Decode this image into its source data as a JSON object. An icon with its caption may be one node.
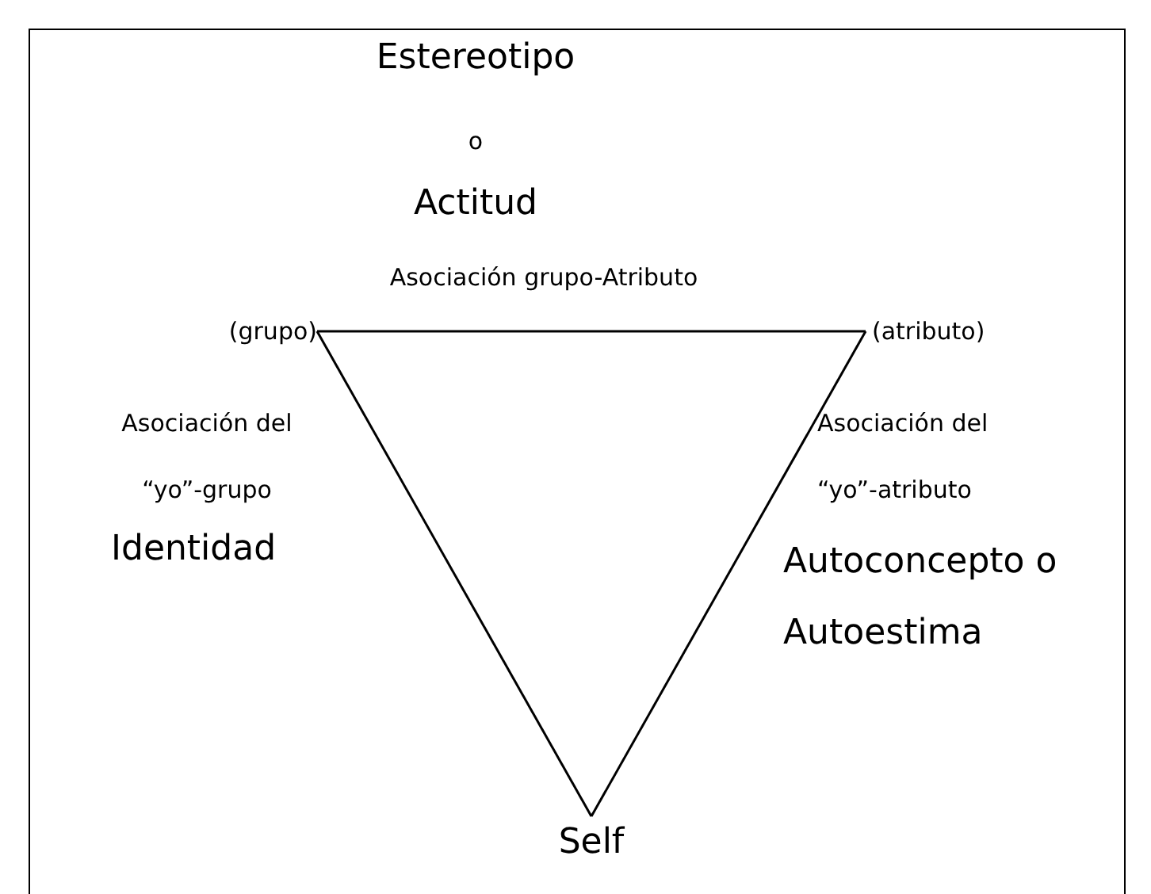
{
  "diagram": {
    "nodes": [
      {
        "text": [
          "(grupo)"
        ]
      },
      {
        "text": [
          "(atributo)"
        ]
      },
      {
        "text": [
          "Self"
        ]
      }
    ],
    "edges": [
      {
        "from": 0,
        "to": 1,
        "arrow": "none",
        "label": "Asociación grupo-Atributo"
      },
      {
        "from": 0,
        "to": 2,
        "arrow": "none",
        "label": "Asociación del “yo”-grupo"
      },
      {
        "from": 1,
        "to": 2,
        "arrow": "none",
        "label": "Asociación del “yo”-atributo"
      }
    ],
    "labels": [
      "Estereotipo",
      "o",
      "Actitud",
      "Identidad",
      "Autoconcepto o Autoestima"
    ]
  }
}
